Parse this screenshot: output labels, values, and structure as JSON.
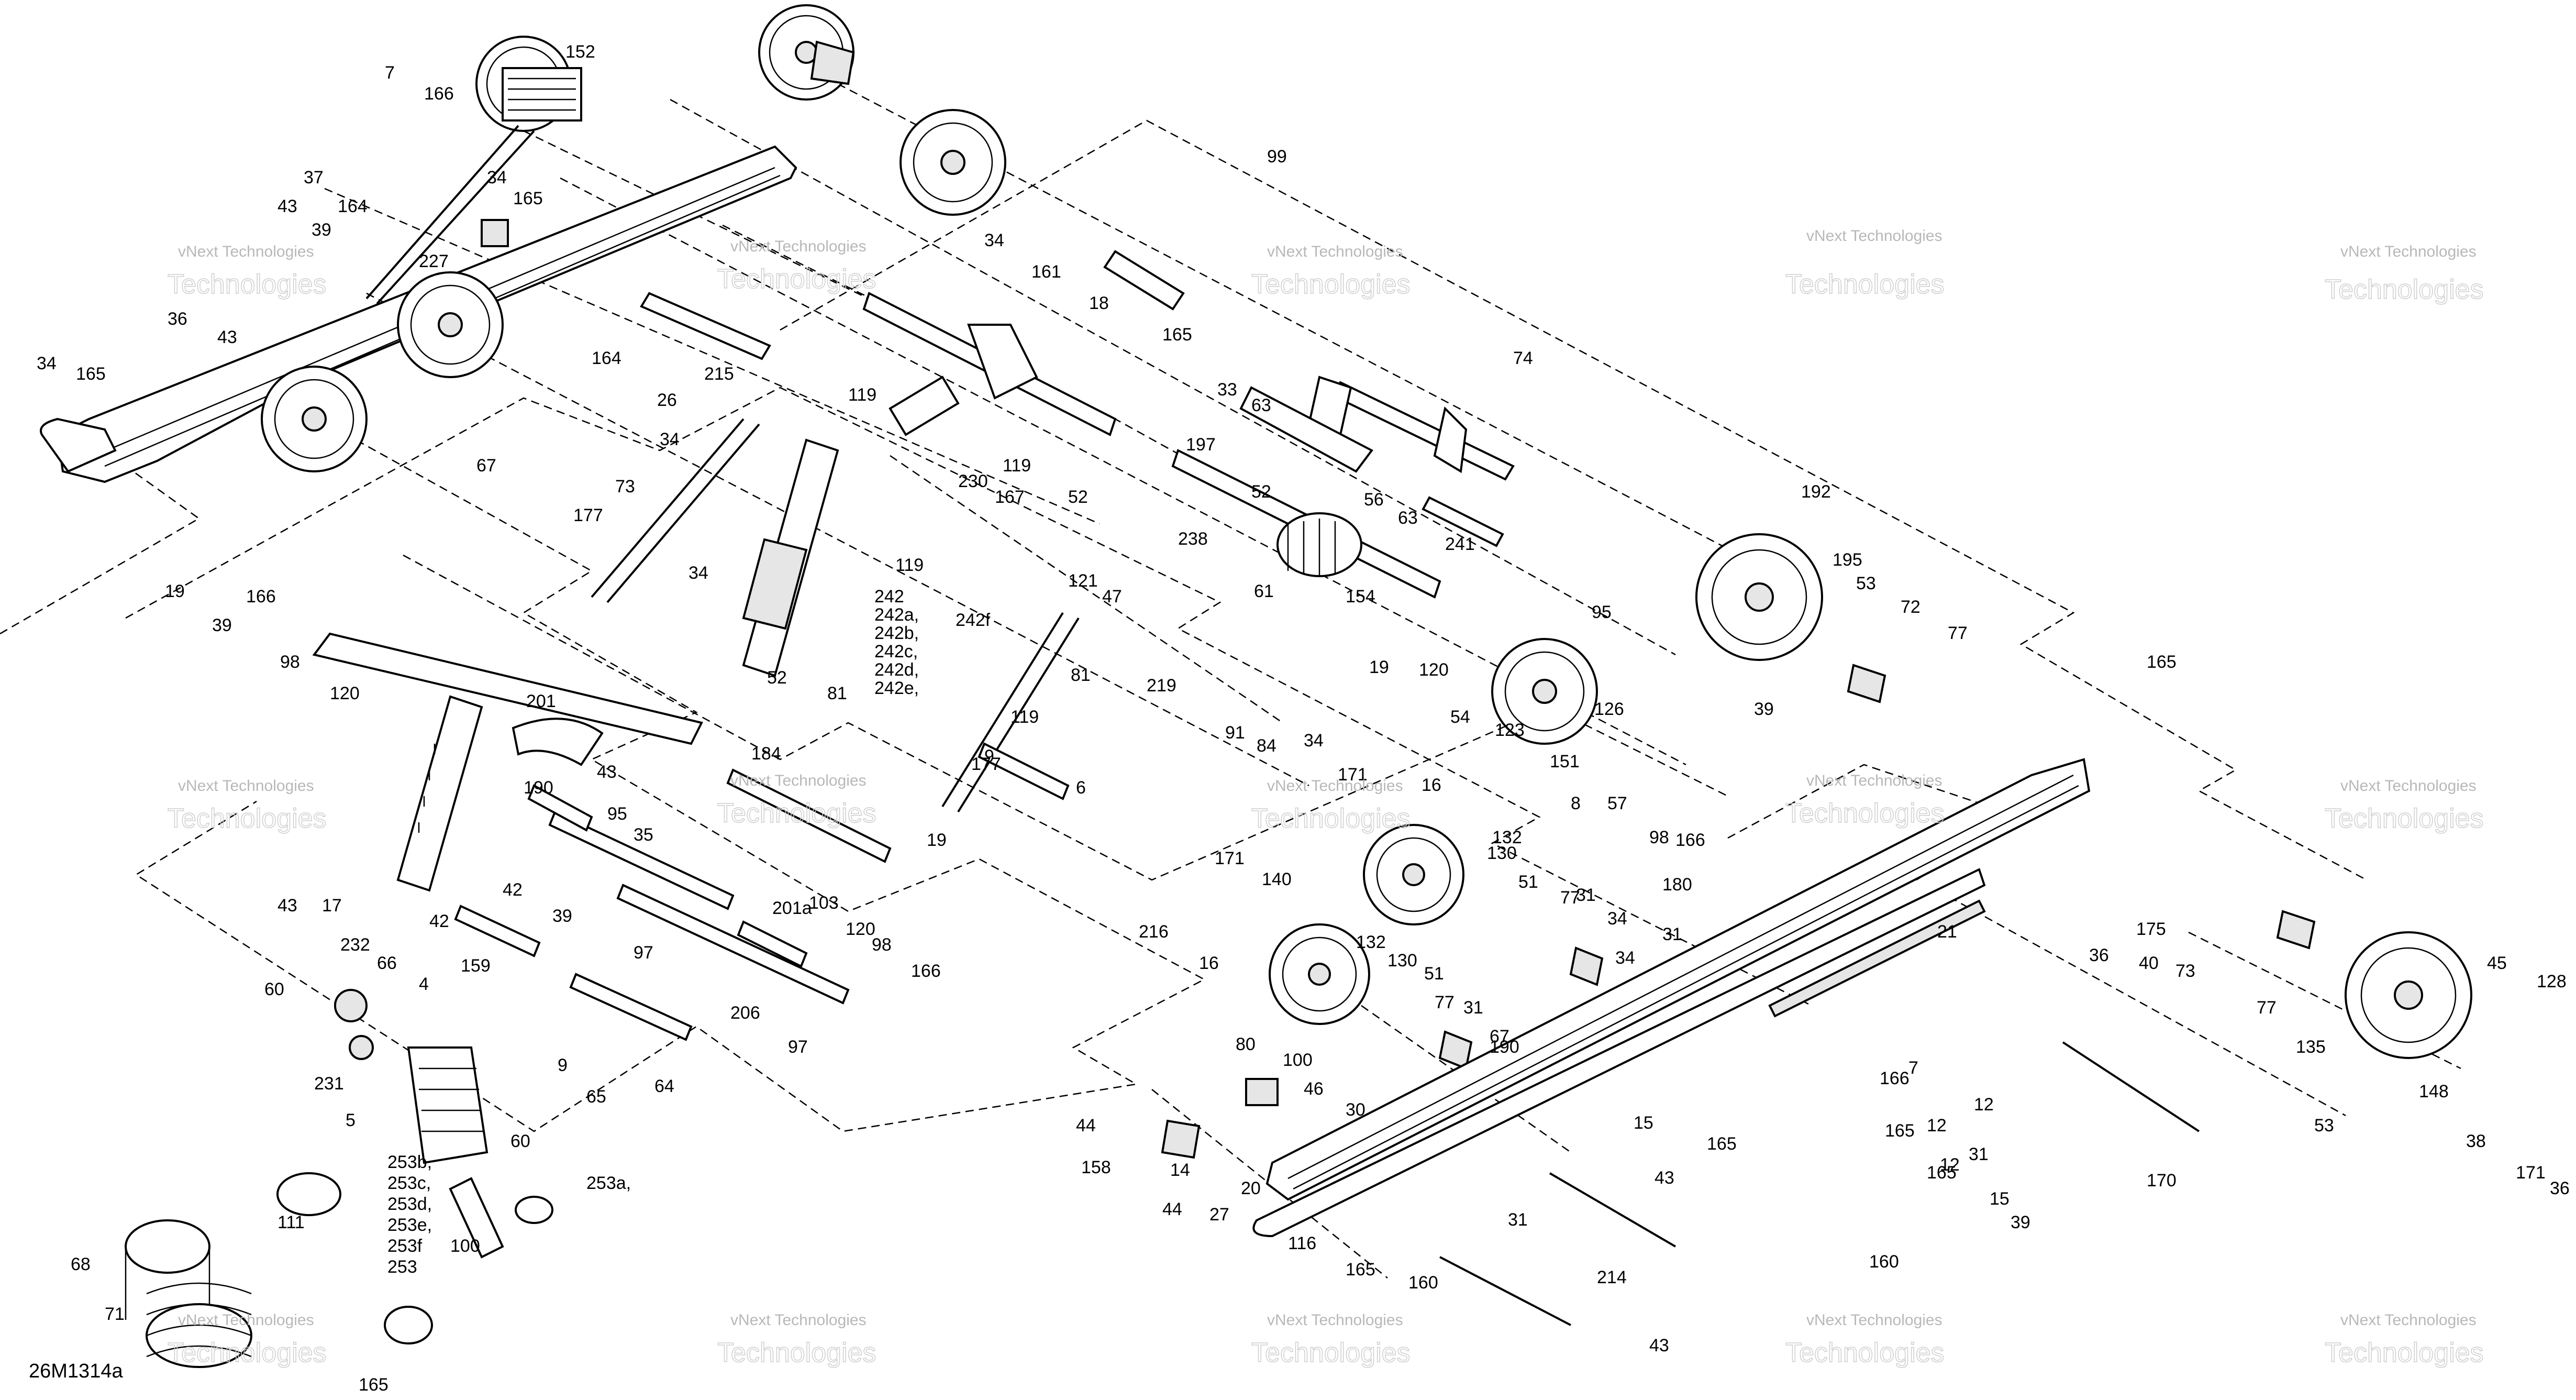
{
  "figure_code": "26M1314a",
  "watermark": {
    "line1": "vNext Technologies",
    "line2": "Technologies"
  },
  "callouts": [
    "7",
    "166",
    "152",
    "37",
    "34",
    "164",
    "165",
    "43",
    "39",
    "227",
    "36",
    "43",
    "34",
    "165",
    "164",
    "26",
    "215",
    "67",
    "34",
    "119",
    "34",
    "161",
    "18",
    "165",
    "33",
    "63",
    "197",
    "99",
    "74",
    "52",
    "56",
    "63",
    "241",
    "119",
    "230",
    "167",
    "52",
    "121",
    "47",
    "238",
    "61",
    "154",
    "95",
    "192",
    "195",
    "53",
    "72",
    "77",
    "73",
    "177",
    "34",
    "119",
    "242",
    "242a,",
    "242b,",
    "242c,",
    "242d,",
    "242e,",
    "242f",
    "81",
    "19",
    "39",
    "166",
    "98",
    "120",
    "201",
    "52",
    "81",
    "119",
    "177",
    "19",
    "120",
    "54",
    "123",
    "151",
    "126",
    "8",
    "57",
    "98",
    "166",
    "39",
    "165",
    "219",
    "91",
    "84",
    "6",
    "34",
    "171",
    "16",
    "132",
    "130",
    "51",
    "77",
    "31",
    "190",
    "43",
    "95",
    "35",
    "184",
    "201a",
    "9",
    "19",
    "103",
    "120",
    "98",
    "166",
    "39",
    "97",
    "206",
    "97",
    "43",
    "17",
    "42",
    "42",
    "159",
    "64",
    "216",
    "171",
    "16",
    "140",
    "132",
    "130",
    "51",
    "77",
    "31",
    "190",
    "67",
    "34",
    "34",
    "31",
    "180",
    "21",
    "36",
    "175",
    "40",
    "73",
    "77",
    "135",
    "53",
    "45",
    "128",
    "148",
    "38",
    "171",
    "36",
    "232",
    "60",
    "66",
    "4",
    "231",
    "5",
    "60",
    "9",
    "65",
    "253a,",
    "253b,",
    "253c,",
    "253d,",
    "253e,",
    "253f",
    "253",
    "100",
    "80",
    "100",
    "46",
    "30",
    "44",
    "158",
    "44",
    "14",
    "27",
    "20",
    "116",
    "165",
    "160",
    "214",
    "43",
    "31",
    "15",
    "43",
    "165",
    "166",
    "7",
    "12",
    "165",
    "12",
    "165",
    "12",
    "31",
    "15",
    "39",
    "160",
    "170",
    "111",
    "68",
    "71",
    "165"
  ]
}
